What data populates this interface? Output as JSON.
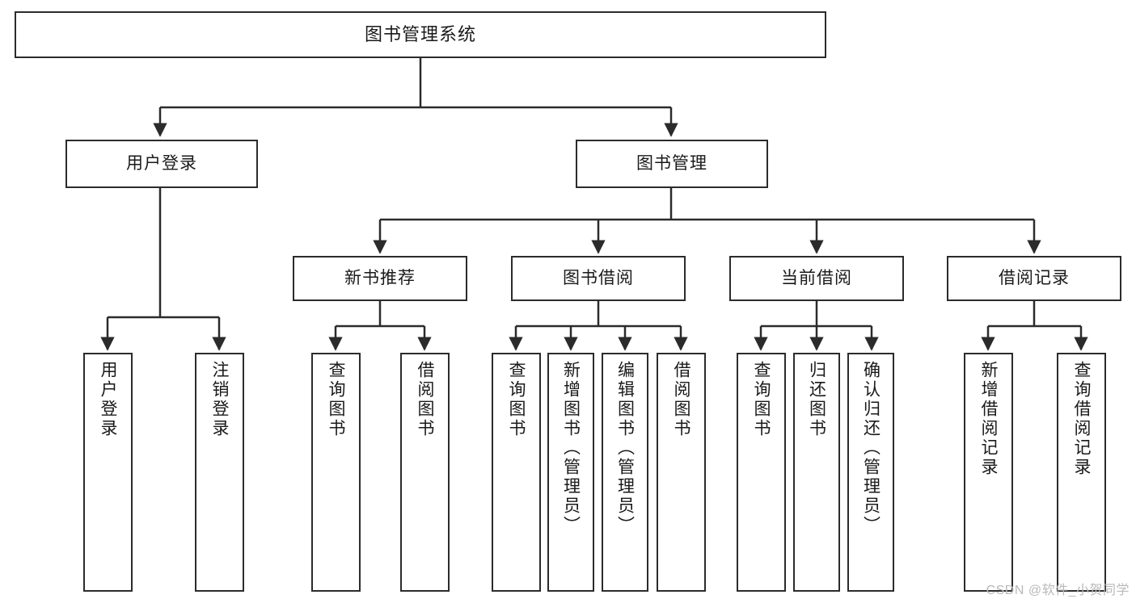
{
  "diagram": {
    "title": "图书管理系统",
    "watermark": "CSDN @软件_小贺同学",
    "colors": {
      "stroke": "#2b2b2b",
      "fill": "#ffffff",
      "text": "#1a1a1a",
      "watermark": "#b9b9b9"
    },
    "root": {
      "label": "图书管理系统"
    },
    "tier2": [
      {
        "label": "用户登录"
      },
      {
        "label": "图书管理"
      }
    ],
    "tier3": [
      {
        "label": "新书推荐"
      },
      {
        "label": "图书借阅"
      },
      {
        "label": "当前借阅"
      },
      {
        "label": "借阅记录"
      }
    ],
    "leaves": {
      "user_login": [
        {
          "label": "用户登录"
        },
        {
          "label": "注销登录"
        }
      ],
      "new_book_recommend": [
        {
          "label": "查询图书"
        },
        {
          "label": "借阅图书"
        }
      ],
      "book_borrow": [
        {
          "label": "查询图书"
        },
        {
          "label": "新增图书（管理员）"
        },
        {
          "label": "编辑图书（管理员）"
        },
        {
          "label": "借阅图书"
        }
      ],
      "current_borrow": [
        {
          "label": "查询图书"
        },
        {
          "label": "归还图书"
        },
        {
          "label": "确认归还（管理员）"
        }
      ],
      "borrow_record": [
        {
          "label": "新增借阅记录"
        },
        {
          "label": "查询借阅记录"
        }
      ]
    }
  }
}
